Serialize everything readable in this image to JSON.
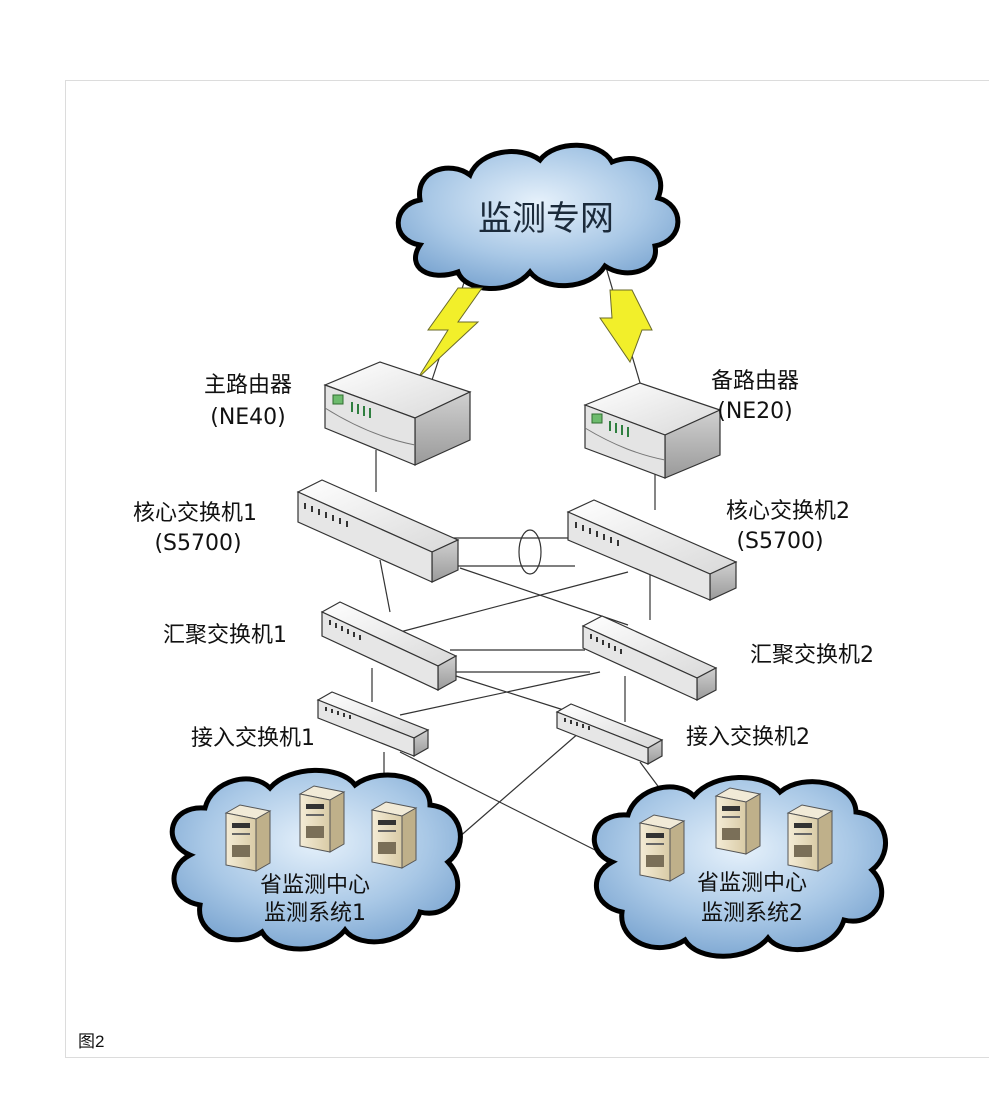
{
  "network_cloud": {
    "label": "监测专网"
  },
  "routers": {
    "main": {
      "name": "主路由器",
      "model": "(NE40)"
    },
    "backup": {
      "name": "备路由器",
      "model": "(NE20)"
    }
  },
  "core_switches": {
    "s1": {
      "name": "核心交换机1",
      "model": "(S5700)"
    },
    "s2": {
      "name": "核心交换机2",
      "model": "(S5700)"
    }
  },
  "aggregation_switches": {
    "s1": {
      "name": "汇聚交换机1"
    },
    "s2": {
      "name": "汇聚交换机2"
    }
  },
  "access_switches": {
    "s1": {
      "name": "接入交换机1"
    },
    "s2": {
      "name": "接入交换机2"
    }
  },
  "systems": {
    "left": {
      "line1": "省监测中心",
      "line2": "监测系统1"
    },
    "right": {
      "line1": "省监测中心",
      "line2": "监测系统2"
    }
  },
  "caption": "图2",
  "colors": {
    "cloud_fill": "#8fb6dc",
    "cloud_outline": "#000000",
    "lightning": "#f2ef2a",
    "device_top": "#ececec",
    "device_side": "#b9b9b9",
    "server": "#e8dfc6",
    "link": "#333333"
  }
}
